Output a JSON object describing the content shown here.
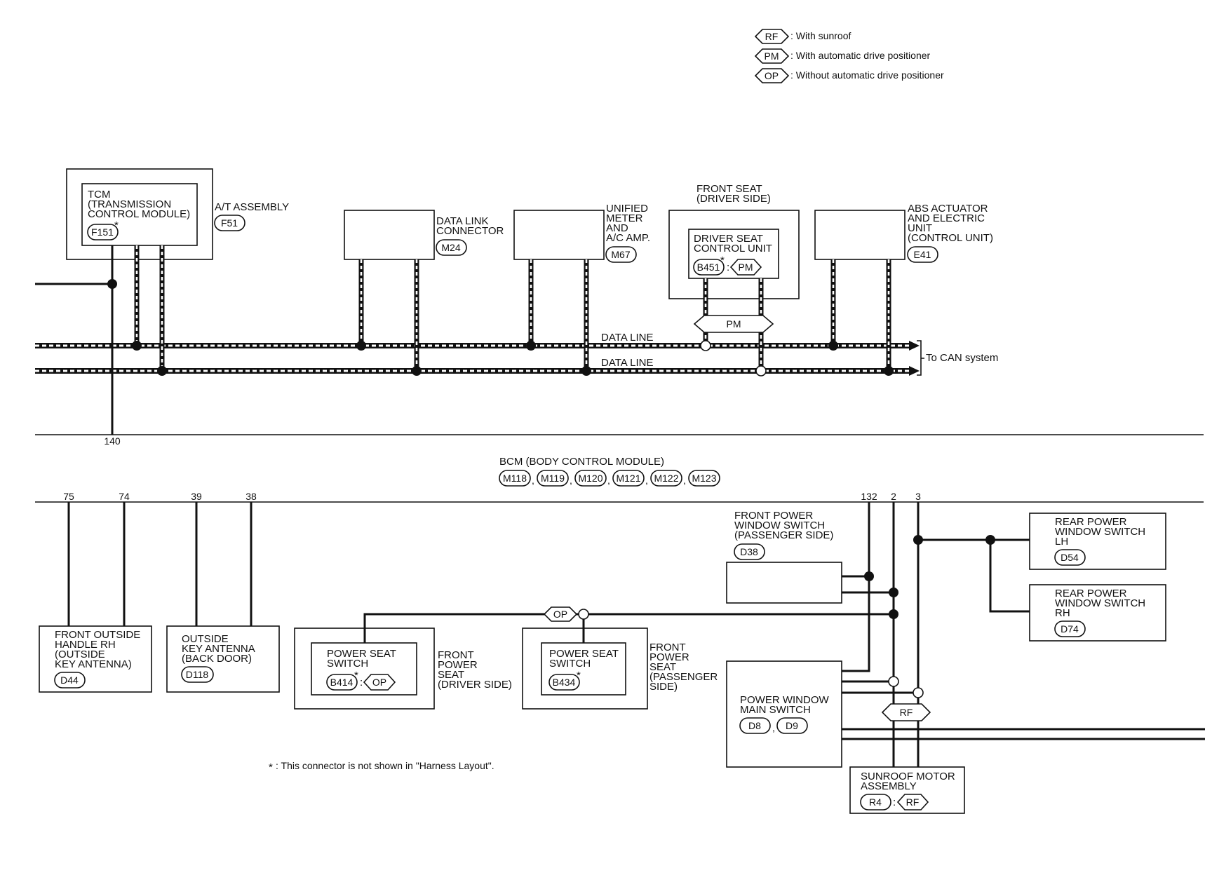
{
  "legend": [
    {
      "tag": "RF",
      "text": ": With sunroof"
    },
    {
      "tag": "PM",
      "text": ": With automatic drive positioner"
    },
    {
      "tag": "OP",
      "text": ": Without automatic drive positioner"
    }
  ],
  "tcm": {
    "lines": [
      "TCM",
      "(TRANSMISSION",
      " CONTROL MODULE)"
    ],
    "connector": "F151",
    "star": "*"
  },
  "at_assembly": {
    "label": "A/T ASSEMBLY",
    "connector": "F51"
  },
  "dlc": {
    "lines": [
      "DATA LINK",
      "CONNECTOR"
    ],
    "connector": "M24"
  },
  "unified_meter": {
    "lines": [
      "UNIFIED",
      "METER",
      "AND",
      "A/C AMP."
    ],
    "connector": "M67"
  },
  "front_seat_driver": {
    "lines": [
      "FRONT SEAT",
      "(DRIVER SIDE)"
    ]
  },
  "driver_seat_cu": {
    "lines": [
      "DRIVER SEAT",
      "CONTROL UNIT"
    ],
    "connector": "B451",
    "star": "*",
    "sep": ":",
    "tag": "PM"
  },
  "abs": {
    "lines": [
      "ABS ACTUATOR",
      "AND ELECTRIC",
      "UNIT",
      "(CONTROL UNIT)"
    ],
    "connector": "E41"
  },
  "pm_tag": "PM",
  "data_line_1": "DATA LINE",
  "data_line_2": "DATA LINE",
  "to_can": "To CAN system",
  "pin_140": "140",
  "bcm": {
    "title": "BCM (BODY CONTROL MODULE)",
    "connectors": [
      "M118",
      "M119",
      "M120",
      "M121",
      "M122",
      "M123"
    ],
    "sep": ","
  },
  "pins": {
    "p75": "75",
    "p74": "74",
    "p39": "39",
    "p38": "38",
    "p132": "132",
    "p2": "2",
    "p3": "3"
  },
  "fohrh": {
    "lines": [
      "FRONT OUTSIDE",
      "HANDLE RH",
      "(OUTSIDE",
      " KEY ANTENNA)"
    ],
    "connector": "D44"
  },
  "oka": {
    "lines": [
      "OUTSIDE",
      "KEY ANTENNA",
      "(BACK DOOR)"
    ],
    "connector": "D118"
  },
  "pss_driver": {
    "lines": [
      "POWER SEAT",
      "SWITCH"
    ],
    "connector": "B414",
    "star": "*",
    "sep": ":",
    "tag": "OP"
  },
  "fps_driver": {
    "lines": [
      "FRONT",
      "POWER",
      "SEAT",
      "(DRIVER SIDE)"
    ]
  },
  "op_tag": "OP",
  "pss_pass": {
    "lines": [
      "POWER SEAT",
      "SWITCH"
    ],
    "connector": "B434",
    "star": "*"
  },
  "fps_pass": {
    "lines": [
      "FRONT",
      "POWER",
      "SEAT",
      "(PASSENGER",
      " SIDE)"
    ]
  },
  "fpws_pass": {
    "lines": [
      "FRONT POWER",
      "WINDOW SWITCH",
      "(PASSENGER SIDE)"
    ],
    "connector": "D38"
  },
  "rpws_lh": {
    "lines": [
      "REAR POWER",
      "WINDOW SWITCH",
      "LH"
    ],
    "connector": "D54"
  },
  "rpws_rh": {
    "lines": [
      "REAR POWER",
      "WINDOW SWITCH",
      "RH"
    ],
    "connector": "D74"
  },
  "pwms": {
    "lines": [
      "POWER WINDOW",
      "MAIN SWITCH"
    ],
    "connectors": [
      "D8",
      "D9"
    ],
    "sep": ","
  },
  "rf_tag": "RF",
  "sunroof": {
    "lines": [
      "SUNROOF MOTOR",
      "ASSEMBLY"
    ],
    "connector": "R4",
    "sep": ":",
    "tag": "RF"
  },
  "footnote": {
    "star": "*",
    "text": ": This connector is not shown in \"Harness Layout\"."
  }
}
